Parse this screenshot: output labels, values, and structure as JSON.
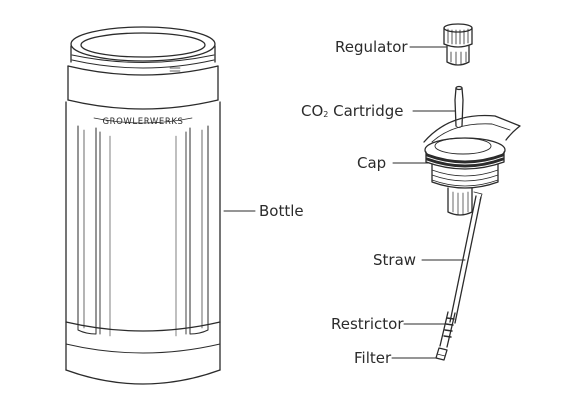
{
  "diagram": {
    "labels": {
      "regulator": "Regulator",
      "co2_main": "CO",
      "co2_sub": "2",
      "co2_rest": " Cartridge",
      "cap": "Cap",
      "bottle": "Bottle",
      "straw": "Straw",
      "restrictor": "Restrictor",
      "filter": "Filter"
    },
    "brand": "GROWLERWERKS",
    "colors": {
      "line": "#2b2b2b",
      "text": "#2b2b2b",
      "background": "#ffffff"
    }
  }
}
